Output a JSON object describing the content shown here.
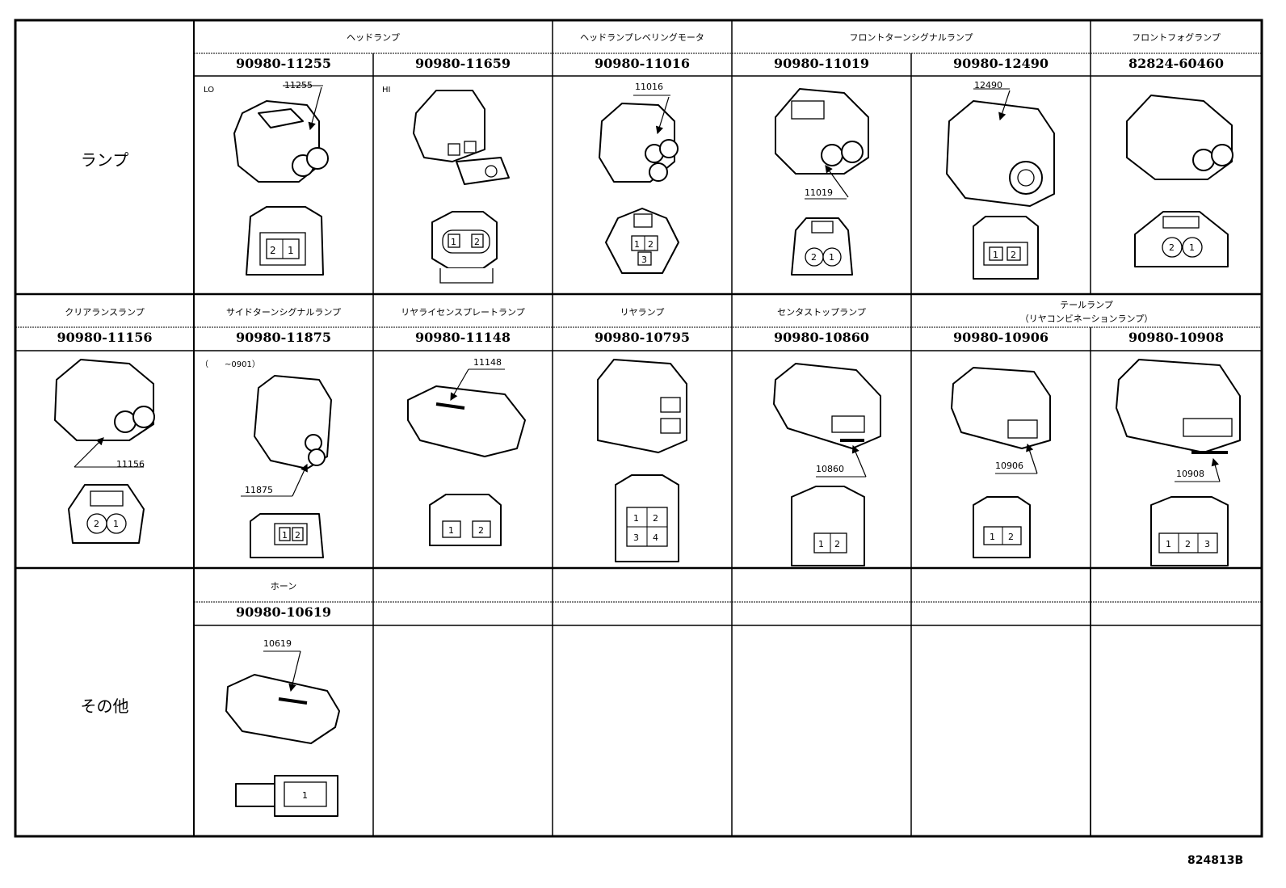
{
  "sections": {
    "lamp": "ランプ",
    "other": "その他"
  },
  "row1": {
    "headers": {
      "headlamp": "ヘッドランプ",
      "leveling_motor": "ヘッドランプレベリングモータ",
      "front_turn": "フロントターンシグナルランプ",
      "front_fog": "フロントフォグランプ"
    },
    "parts": [
      "90980-11255",
      "90980-11659",
      "90980-11016",
      "90980-11019",
      "90980-12490",
      "82824-60460"
    ],
    "notes": {
      "lo": "LO",
      "hi": "HI"
    },
    "codes": [
      "11255",
      "11016",
      "11019",
      "12490"
    ],
    "pins": {
      "c1": [
        "2",
        "1"
      ],
      "c2": [
        "1",
        "2"
      ],
      "c3": [
        "1",
        "2",
        "3"
      ],
      "c4": [
        "2",
        "1"
      ],
      "c5": [
        "1",
        "2"
      ],
      "c6": [
        "2",
        "1"
      ]
    }
  },
  "row2": {
    "headers": {
      "clearance": "クリアランスランプ",
      "side_turn": "サイドターンシグナルランプ",
      "license": "リヤライセンスプレートランプ",
      "rear": "リヤランプ",
      "center_stop": "センタストップランプ",
      "tail_line1": "テールランプ",
      "tail_line2": "（リヤコンビネーションランプ）"
    },
    "parts": [
      "90980-11156",
      "90980-11875",
      "90980-11148",
      "90980-10795",
      "90980-10860",
      "90980-10906",
      "90980-10908"
    ],
    "notes": {
      "range": "（　　~0901）"
    },
    "codes": [
      "11156",
      "11875",
      "11148",
      "10860",
      "10906",
      "10908"
    ],
    "pins": {
      "c1": [
        "2",
        "1"
      ],
      "c2": [
        "1",
        "2"
      ],
      "c3": [
        "1",
        "2"
      ],
      "c4": [
        "1",
        "2",
        "3",
        "4"
      ],
      "c5": [
        "1",
        "2"
      ],
      "c6": [
        "1",
        "2"
      ],
      "c7": [
        "1",
        "2",
        "3"
      ]
    }
  },
  "row3": {
    "headers": {
      "horn": "ホーン"
    },
    "parts": [
      "90980-10619"
    ],
    "codes": [
      "10619"
    ],
    "pins": {
      "c1": [
        "1"
      ]
    }
  },
  "figure_id": "824813B"
}
